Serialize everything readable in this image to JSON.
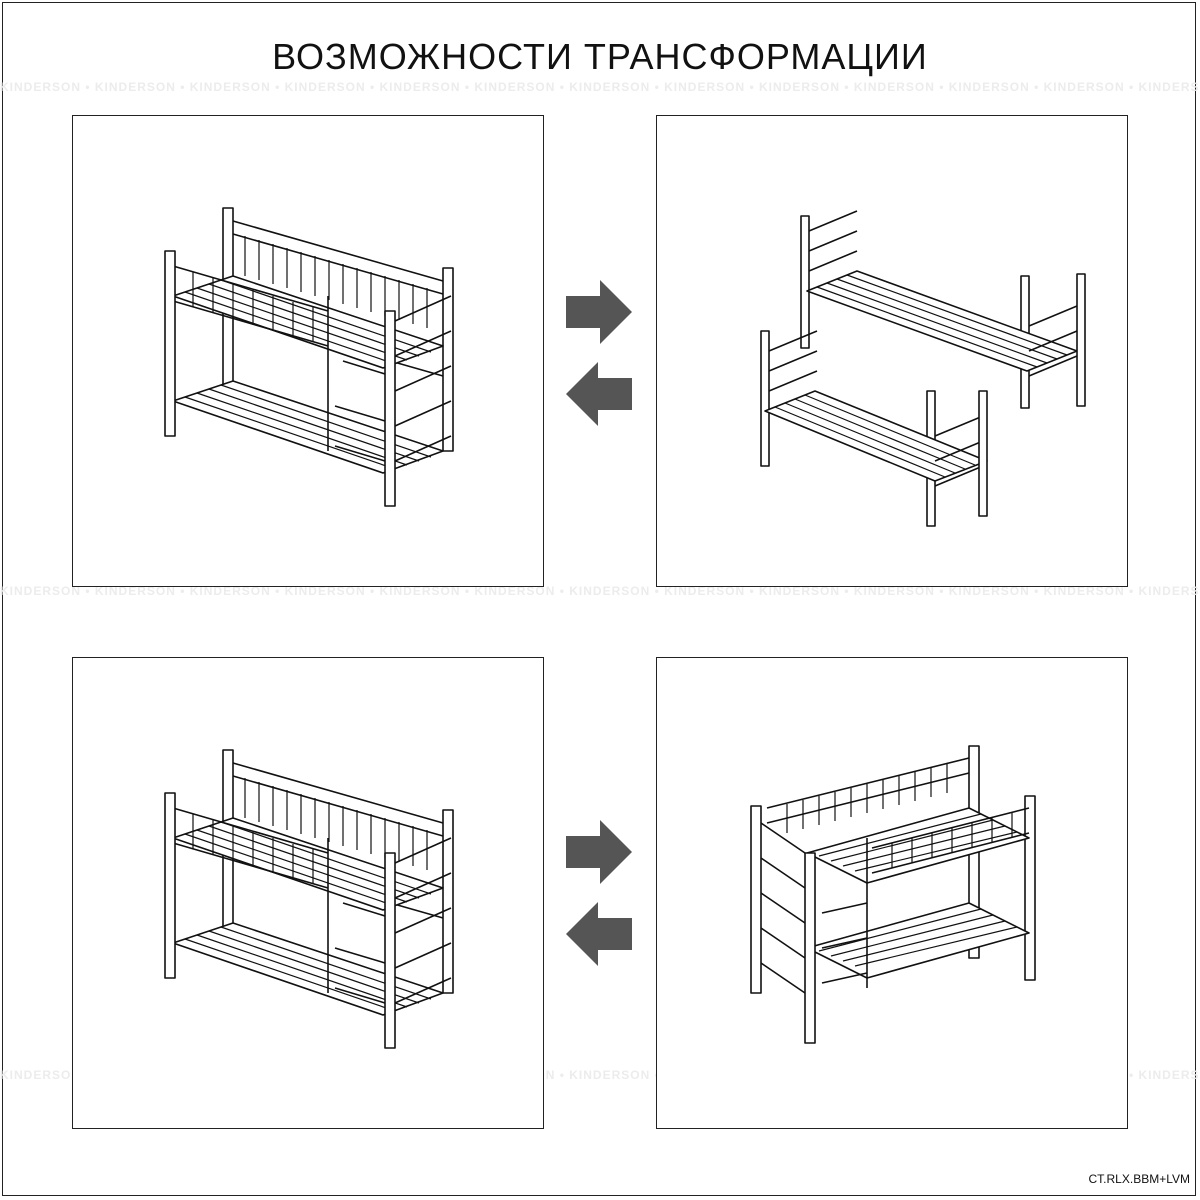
{
  "title": "ВОЗМОЖНОСТИ ТРАНСФОРМАЦИИ",
  "watermark": "KINDERSON • KINDERSON • KINDERSON • KINDERSON • KINDERSON • KINDERSON • KINDERSON • KINDERSON • KINDERSON • KINDERSON • KINDERSON • KINDERSON • KINDERSON",
  "product_code": "CT.RLX.BBM+LVM",
  "colors": {
    "arrow": "#555555",
    "line": "#111111",
    "background": "#ffffff"
  },
  "panels": [
    {
      "name": "bunk-bed-ladder-right",
      "content": "bunk-bed"
    },
    {
      "name": "two-single-beds",
      "content": "two-single-beds"
    },
    {
      "name": "bunk-bed-ladder-right-2",
      "content": "bunk-bed"
    },
    {
      "name": "bunk-bed-ladder-center",
      "content": "bunk-bed-mirrored"
    }
  ],
  "arrows": [
    {
      "direction": "right"
    },
    {
      "direction": "left"
    },
    {
      "direction": "right"
    },
    {
      "direction": "left"
    }
  ]
}
